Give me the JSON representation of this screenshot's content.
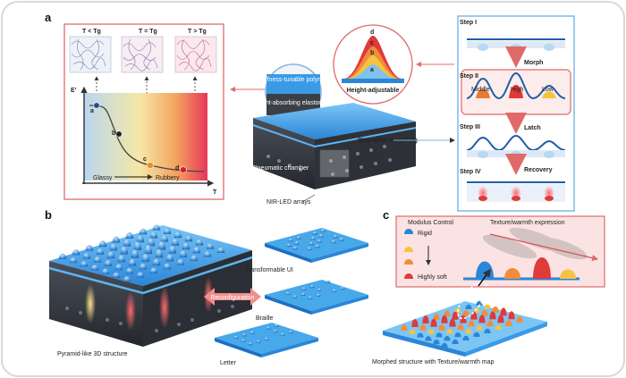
{
  "panel_a": {
    "letter": "a",
    "temps": [
      "T < Tg",
      "T = Tg",
      "T > Tg"
    ],
    "axis_y": "E'",
    "axis_x": "T",
    "points": [
      "a",
      "b",
      "c",
      "d"
    ],
    "glassy": "Glassy",
    "rubbery": "Rubbery",
    "layer_top": "Stiffness-tunable polymer",
    "layer_bottom": "Light-absorbing elastomer",
    "pneumatic": "Pneumatic chamber",
    "nir": "NIR-LED arrays",
    "stepwise": "Step-wise morphing",
    "height_title": "Height-adjustable",
    "bumps": [
      "d",
      "c",
      "b",
      "a"
    ],
    "steps": [
      {
        "label": "Step I"
      },
      {
        "label": "Step II"
      },
      {
        "label": "Step III"
      },
      {
        "label": "Step IV"
      }
    ],
    "actions": [
      "Morph",
      "Latch",
      "Recovery"
    ],
    "levels": [
      "Middle",
      "High",
      "Low"
    ]
  },
  "panel_b": {
    "letter": "b",
    "reconfig": "Reconfiguration",
    "transformable": "Transformable UI",
    "braille": "Braille",
    "letter_label": "Letter",
    "pyramid": "Pyramid-like 3D structure"
  },
  "panel_c": {
    "letter": "c",
    "modulus_title": "Modulus Control",
    "rigid": "Rigid",
    "soft": "Highly soft",
    "texture_title": "Texture/warmth expression",
    "morphed": "Morphed structure with Texture/warmth map"
  },
  "colors": {
    "frame": "#e06a6a",
    "accent_blue": "#2f8fe0",
    "pink_bg": "#fbe3e3",
    "arrow_red": "#e84c4c"
  }
}
